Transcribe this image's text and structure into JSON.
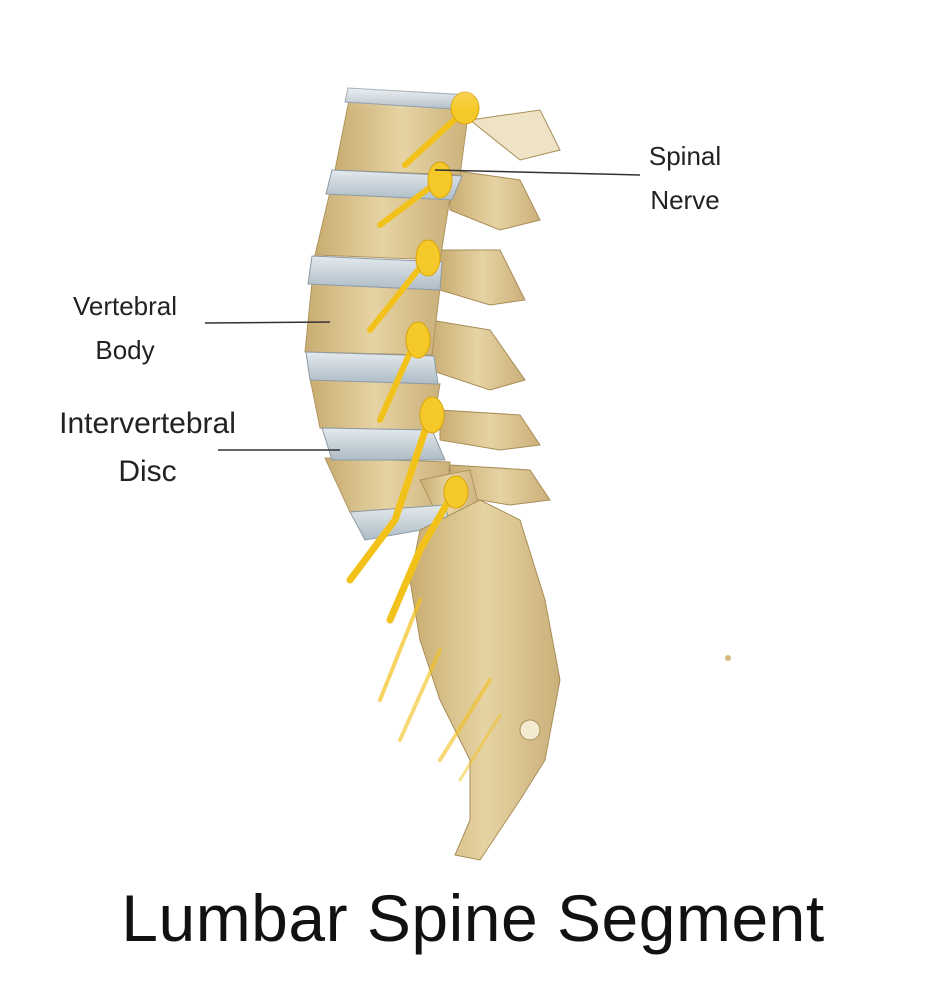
{
  "labels": {
    "spinal_nerve": [
      "Spinal",
      "Nerve"
    ],
    "vertebral_body": [
      "Vertebral",
      "Body"
    ],
    "intervertebral_disc": [
      "Intervertebral",
      "Disc"
    ]
  },
  "title": "Lumbar Spine Segment",
  "colors": {
    "bone": "#dcc48f",
    "disc": "#c9d3d9",
    "nerve": "#f2c21b",
    "leader": "#333333"
  }
}
